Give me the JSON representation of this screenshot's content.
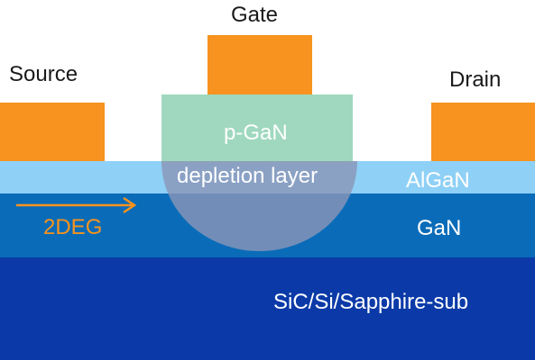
{
  "labels": {
    "gate": "Gate",
    "source": "Source",
    "drain": "Drain",
    "p_gan": "p-GaN",
    "depletion": "depletion layer",
    "algan": "AlGaN",
    "gan": "GaN",
    "twodeg": "2DEG",
    "substrate": "SiC/Si/Sapphire-sub"
  },
  "colors": {
    "contact": "#f7931e",
    "p_gan": "#9fd8bf",
    "algan": "#8fd0f6",
    "gan": "#0a6cb8",
    "substrate": "#0b3aa8",
    "depletion": "#8a96b8",
    "twodeg_arrow": "#f7931e",
    "text_dark": "#1a1a1a",
    "text_light": "#ffffff"
  }
}
